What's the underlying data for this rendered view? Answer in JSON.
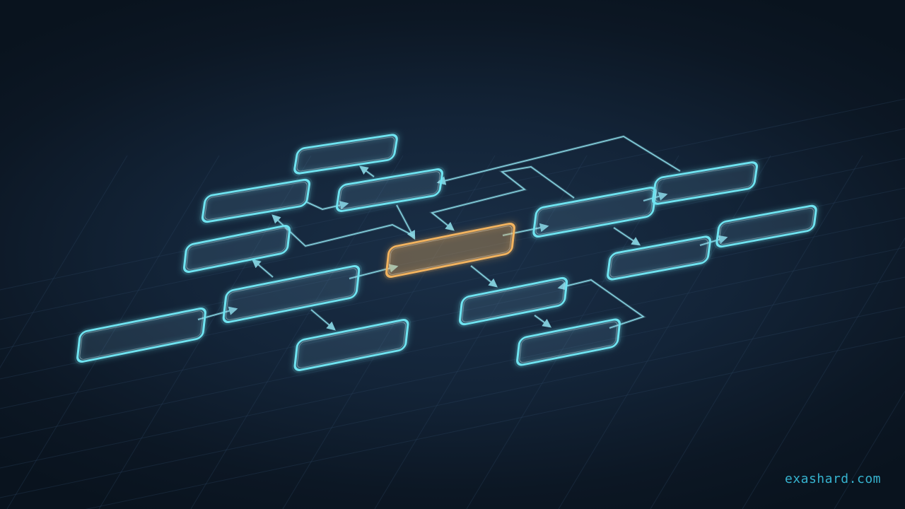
{
  "watermark": "exashard.com",
  "colors": {
    "background": "#11213a",
    "node": "#6fe3f0",
    "highlight": "#f2b35f",
    "edge": "#8ad9e6"
  },
  "nodes": [
    {
      "id": "n1",
      "highlight": false
    },
    {
      "id": "n2",
      "highlight": false
    },
    {
      "id": "n3",
      "highlight": false
    },
    {
      "id": "n4",
      "highlight": false
    },
    {
      "id": "n5",
      "highlight": false
    },
    {
      "id": "n6",
      "highlight": false
    },
    {
      "id": "n7",
      "highlight": false
    },
    {
      "id": "n8",
      "highlight": true
    },
    {
      "id": "n9",
      "highlight": false
    },
    {
      "id": "n10",
      "highlight": false
    },
    {
      "id": "n11",
      "highlight": false
    },
    {
      "id": "n12",
      "highlight": false
    },
    {
      "id": "n13",
      "highlight": false
    },
    {
      "id": "n14",
      "highlight": false
    },
    {
      "id": "n15",
      "highlight": false
    }
  ],
  "edges": [
    {
      "from": "n1",
      "to": "n2"
    },
    {
      "from": "n2",
      "to": "n3"
    },
    {
      "from": "n2",
      "to": "n4"
    },
    {
      "from": "n2",
      "to": "n8"
    },
    {
      "from": "n5",
      "to": "n6"
    },
    {
      "from": "n6",
      "to": "n7"
    },
    {
      "from": "n6",
      "to": "n8"
    },
    {
      "from": "n8",
      "to": "n5"
    },
    {
      "from": "n8",
      "to": "n11"
    },
    {
      "from": "n8",
      "to": "n9"
    },
    {
      "from": "n9",
      "to": "n8"
    },
    {
      "from": "n9",
      "to": "n12"
    },
    {
      "from": "n9",
      "to": "n10"
    },
    {
      "from": "n10",
      "to": "n13"
    },
    {
      "from": "n11",
      "to": "n14"
    },
    {
      "from": "n14",
      "to": "n11"
    },
    {
      "from": "n12",
      "to": "n6"
    }
  ]
}
